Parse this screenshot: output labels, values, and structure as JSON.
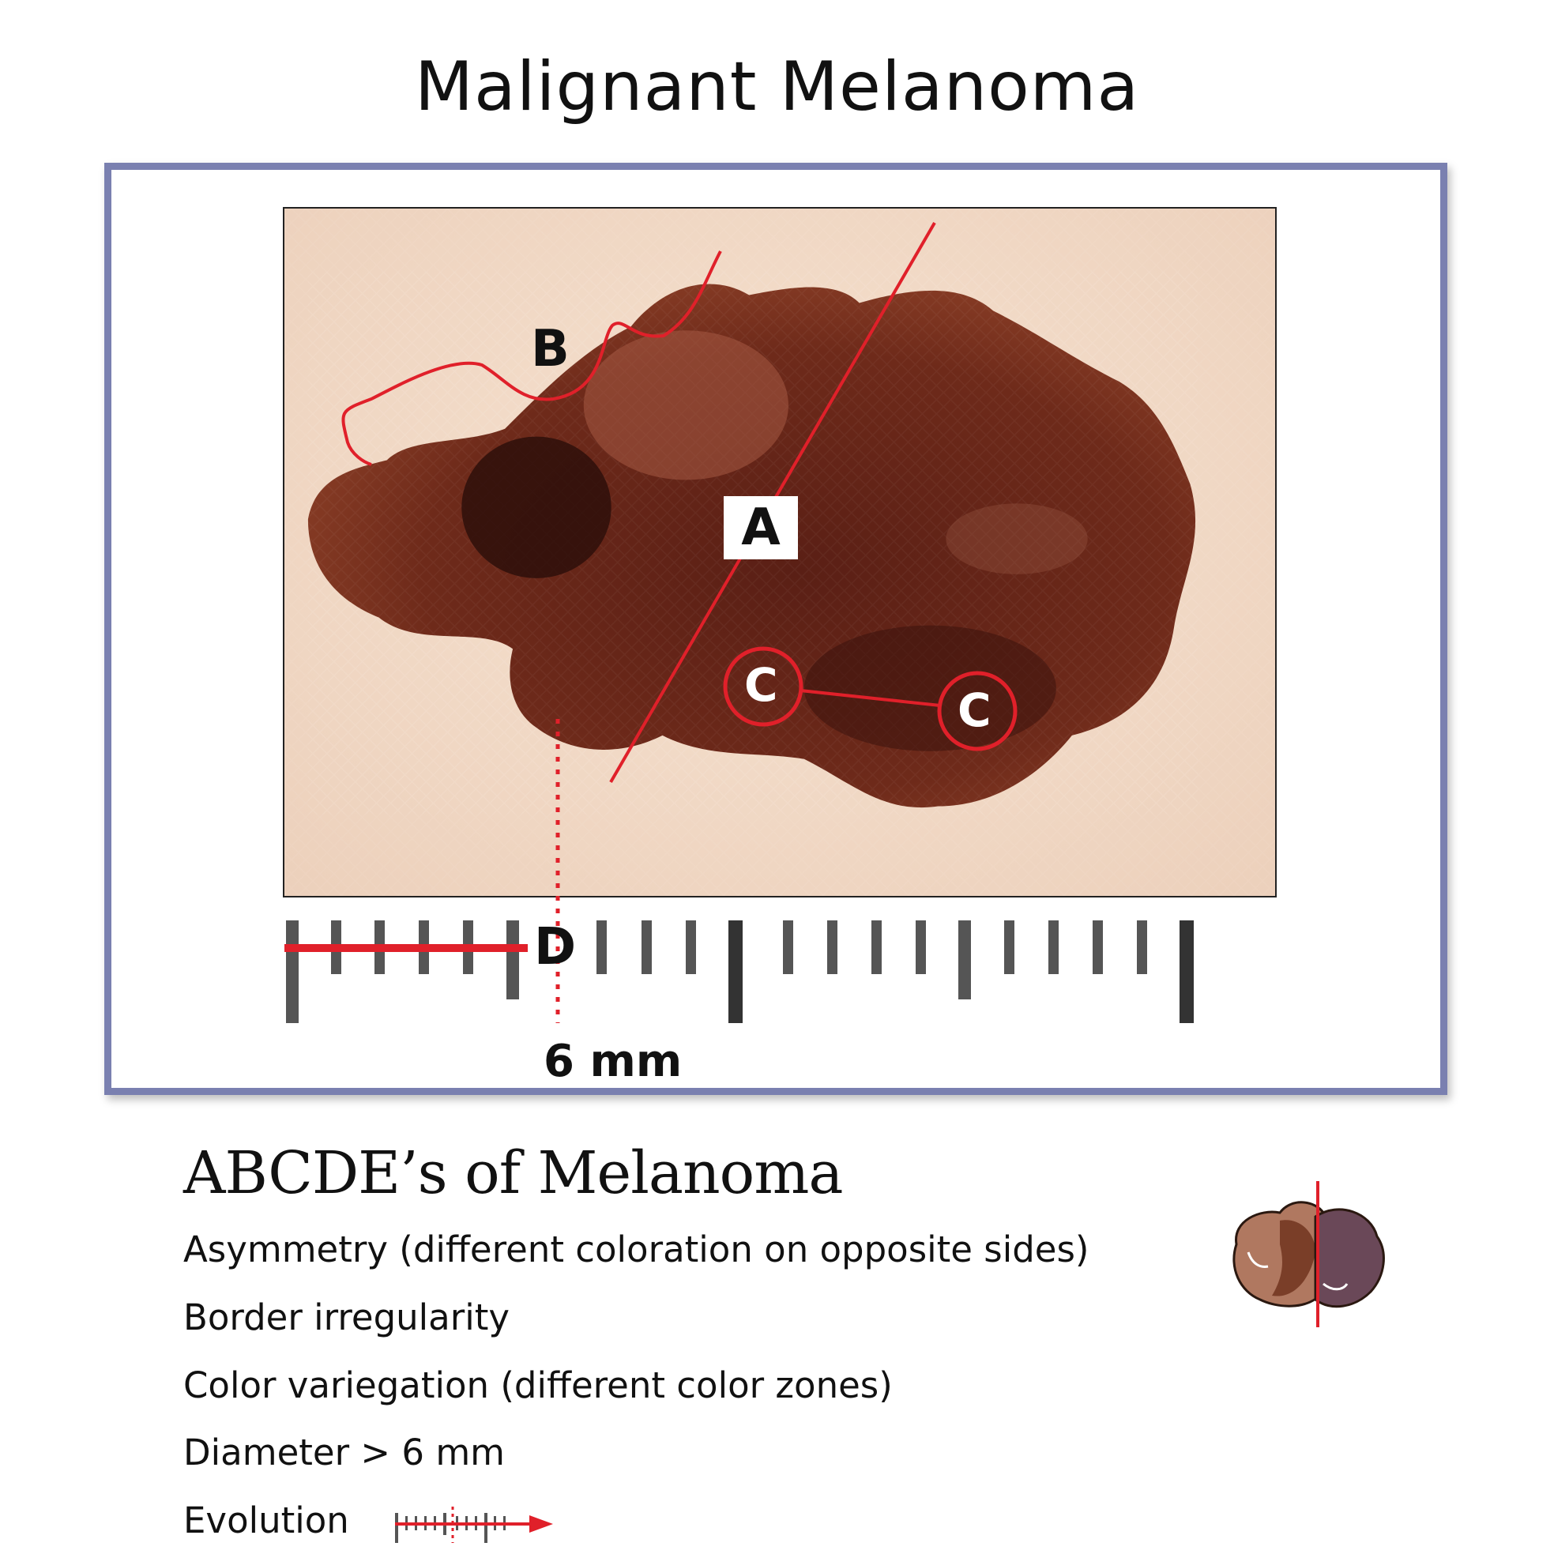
{
  "title": "Malignant Melanoma",
  "figure": {
    "label_a": "A",
    "label_b": "B",
    "label_c1": "C",
    "label_c2": "C",
    "label_d": "D",
    "diameter_label": "6 mm"
  },
  "abcde": {
    "heading": "ABCDE’s of Melanoma",
    "items": [
      "Asymmetry (different coloration on opposite sides)",
      "Border irregularity",
      "Color variegation (different color zones)",
      "Diameter > 6 mm",
      "Evolution"
    ]
  },
  "colors": {
    "frame": "#7a80b0",
    "annotation_red": "#e0202a",
    "skin": "#f1d7c2",
    "lesion_dark": "#4a1a12",
    "lesion_mid": "#7a2d1c"
  },
  "icons": {
    "asymmetry": "two-tone-mole-icon",
    "evolution": "ruler-arrow-icon"
  }
}
